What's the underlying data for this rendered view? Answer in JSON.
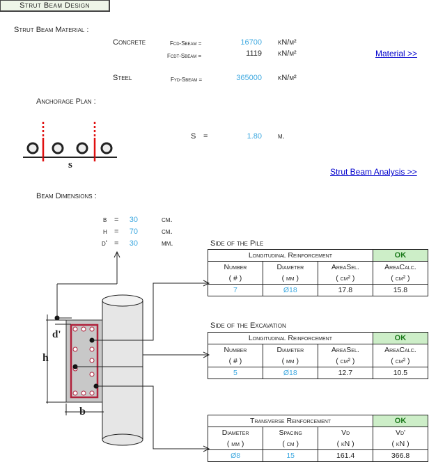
{
  "title_tab": "Strut Beam Design",
  "material": {
    "heading": "Strut Beam Material :",
    "concrete_label": "Concrete",
    "fcd_label": "Fcd-Sbeam =",
    "fcd_value": "16700",
    "fcd_unit": "kN/m²",
    "fcdt_label": "Fcdt-Sbeam =",
    "fcdt_value": "1119",
    "fcdt_unit": "kN/m²",
    "steel_label": "Steel",
    "fyd_label": "Fyd-Sbeam =",
    "fyd_value": "365000",
    "fyd_unit": "kN/m²",
    "link": "Material >>"
  },
  "anchorage": {
    "heading": "Anchorage Plan :",
    "s_label": "S",
    "s_eq": "=",
    "s_value": "1.80",
    "s_unit": "m.",
    "diagram_s": "s",
    "link": "Strut Beam Analysis >>"
  },
  "dims": {
    "heading": "Beam Dimensions :",
    "b_label": "b",
    "b_eq": "=",
    "b_value": "30",
    "b_unit": "cm.",
    "h_label": "h",
    "h_eq": "=",
    "h_value": "70",
    "h_unit": "cm.",
    "d_label": "d'",
    "d_eq": "=",
    "d_value": "30",
    "d_unit": "mm.",
    "diag_d": "d'",
    "diag_h": "h",
    "diag_b": "b"
  },
  "pile_side": {
    "caption": "Side of the Pile",
    "group": "Longitudinal Reinforcement",
    "status": "OK",
    "headers": [
      "Number",
      "Diameter",
      "AreaSel.",
      "AreaCalc."
    ],
    "units": [
      "( # )",
      "( mm )",
      "( cm² )",
      "( cm² )"
    ],
    "values": [
      "7",
      "Ø18",
      "17.8",
      "15.8"
    ]
  },
  "excavation_side": {
    "caption": "Side of the Excavation",
    "group": "Longitudinal Reinforcement",
    "status": "OK",
    "headers": [
      "Number",
      "Diameter",
      "AreaSel.",
      "AreaCalc."
    ],
    "units": [
      "( # )",
      "( mm )",
      "( cm² )",
      "( cm² )"
    ],
    "values": [
      "5",
      "Ø18",
      "12.7",
      "10.5"
    ]
  },
  "transverse": {
    "group": "Transverse Reinforcement",
    "status": "OK",
    "headers": [
      "Diameter",
      "Spacing",
      "Vd",
      "Vd'"
    ],
    "units": [
      "( mm )",
      "( cm )",
      "( kN )",
      "( kN )"
    ],
    "values": [
      "Ø8",
      "15",
      "161.4",
      "366.8"
    ]
  }
}
